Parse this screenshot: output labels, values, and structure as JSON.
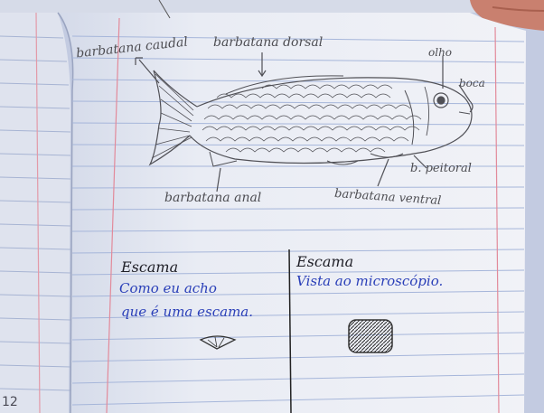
{
  "diagram": {
    "labels": {
      "caudal_fin": "barbatana caudal",
      "dorsal_fin": "barbatana dorsal",
      "eye": "olho",
      "mouth": "boca",
      "pectoral_fin": "b. peitoral",
      "anal_fin": "barbatana anal",
      "ventral_fin": "barbatana ventral"
    }
  },
  "left_section": {
    "title": "Escama",
    "lines": [
      "Como eu acho",
      "que é uma escama."
    ]
  },
  "right_section": {
    "title": "Escama",
    "lines": [
      "Vista ao microscópio."
    ]
  },
  "page_number": "12",
  "colors": {
    "paper": "#eef0f6",
    "rule_line": "#9fb2d8",
    "margin_line": "#e48a9b",
    "pencil": "#4d4d52",
    "blue_ink": "#2a3fb8"
  }
}
